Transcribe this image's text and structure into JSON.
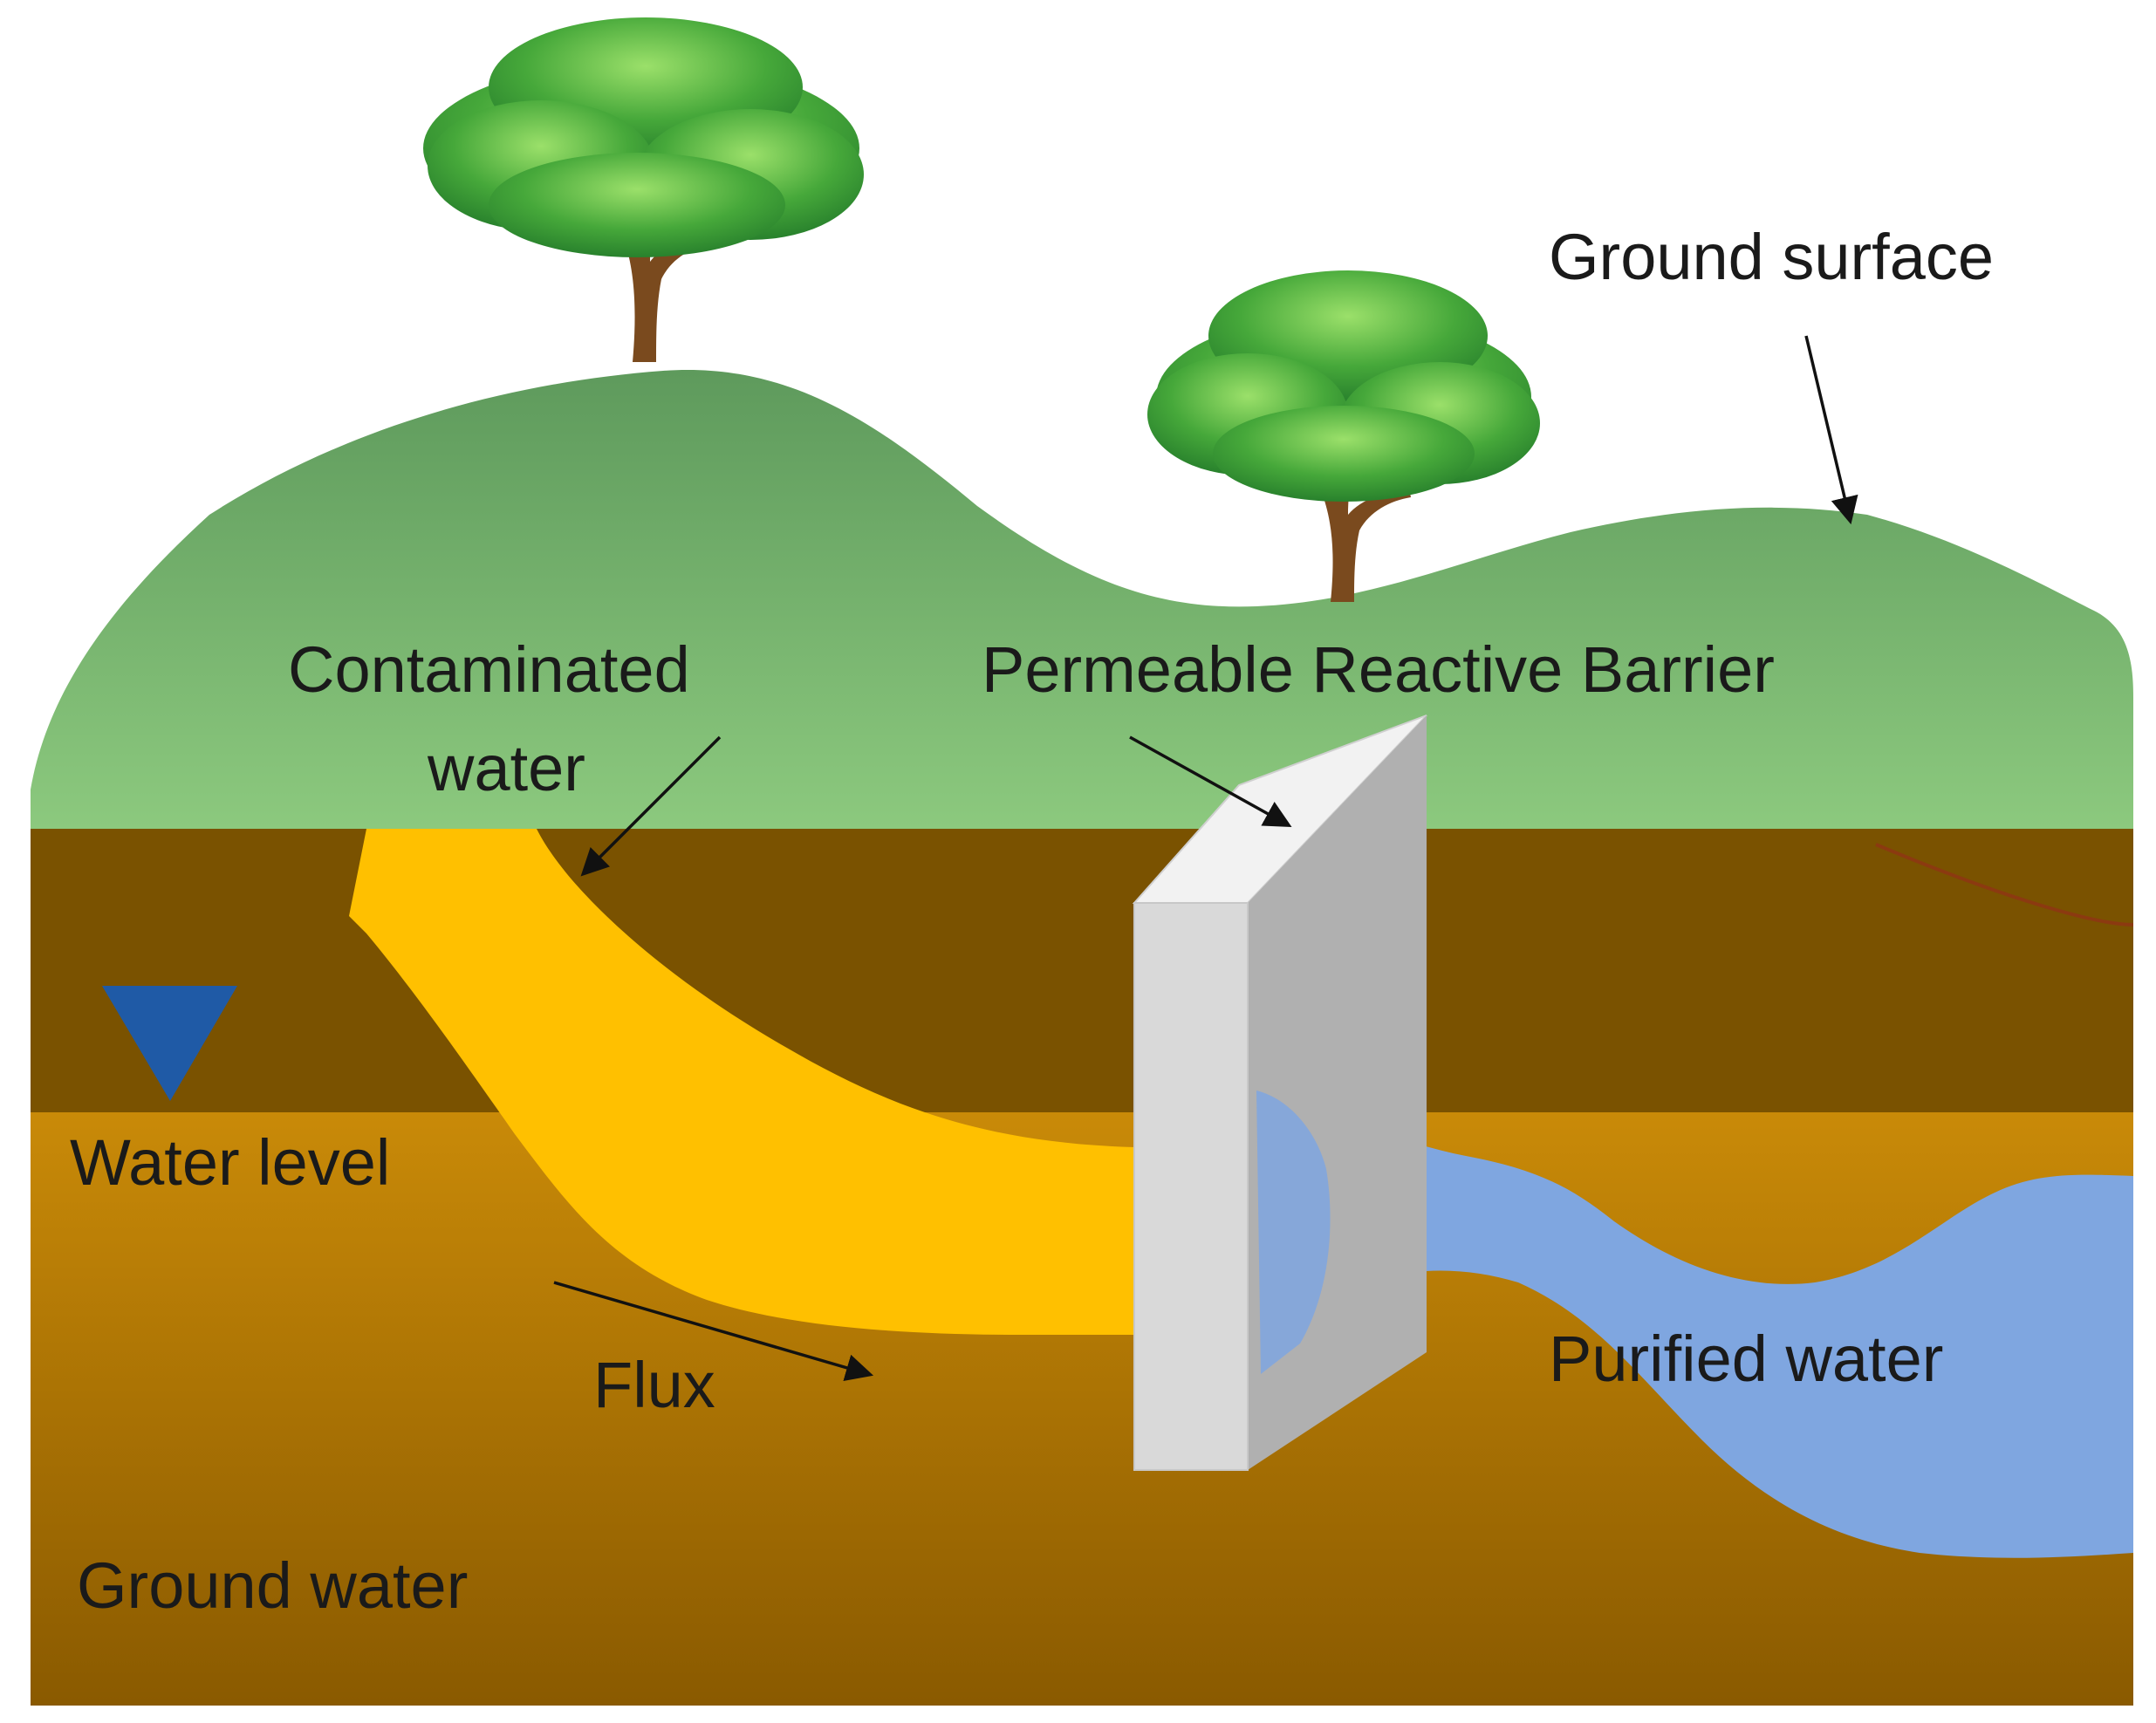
{
  "labels": {
    "ground_surface": "Ground surface",
    "contaminated_water_line1": "Contaminated",
    "contaminated_water_line2": "water",
    "prb": "Permeable Reactive Barrier",
    "water_level": "Water level",
    "flux": "Flux",
    "purified_water": "Purified water",
    "ground_water": "Ground water"
  },
  "colors": {
    "hill_top": "#5E9A5C",
    "hill_bottom": "#8CC97E",
    "soil_upper": "#7A5200",
    "groundwater_top": "#C98A08",
    "groundwater_bottom": "#8A5A00",
    "plume": "#FFC000",
    "purified": "#7FA6E0",
    "barrier_front": "#D9D9D9",
    "barrier_side": "#B0B0B0",
    "water_marker": "#1F5AA6",
    "foliage": "#3FA635",
    "trunk": "#7A4A1E"
  },
  "icons": {
    "water_level_marker": "inverted-triangle",
    "trees": "tree-icon"
  }
}
